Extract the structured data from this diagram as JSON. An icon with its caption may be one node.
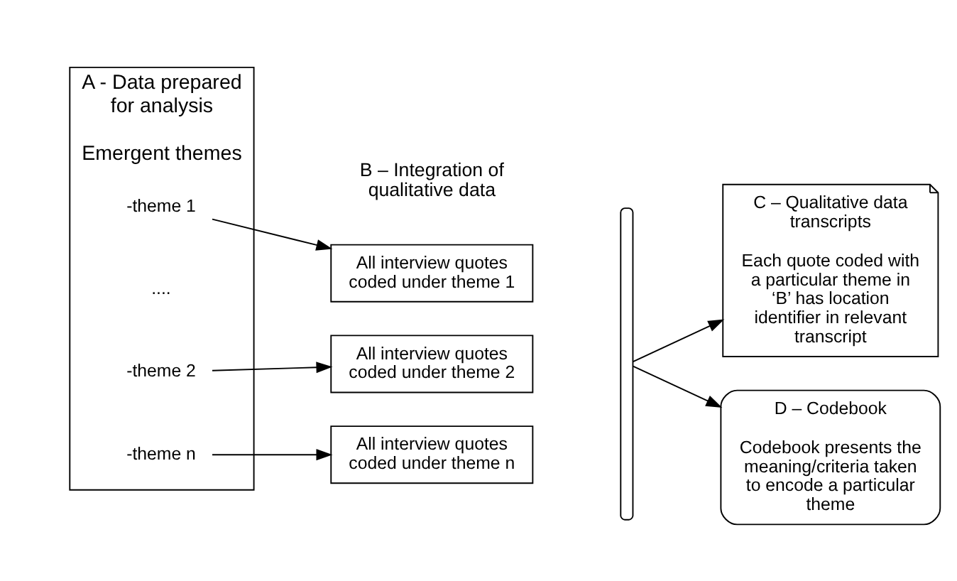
{
  "diagram": {
    "nodes": [
      {
        "text": [
          "A - Data prepared for analysis",
          "Emergent themes"
        ]
      },
      {
        "text": [
          "-theme 1"
        ],
        "in": 0
      },
      {
        "text": [
          "-theme 2"
        ],
        "in": 0
      },
      {
        "text": [
          "-theme n"
        ],
        "in": 0
      },
      {
        "text": [
          "All interview quotes coded under theme 1"
        ]
      },
      {
        "text": [
          "All interview quotes coded under theme 2"
        ]
      },
      {
        "text": [
          "All interview quotes coded under theme n"
        ]
      },
      {
        "text": [],
        "shape": "brace"
      },
      {
        "text": [
          "C – Qualitative data transcripts",
          "Each quote coded with a particular theme in ‘B’ has location identifier in relevant transcript"
        ]
      },
      {
        "text": [
          "D – Codebook",
          "Codebook presents the meaning/criteria taken to encode a particular theme"
        ]
      }
    ],
    "edges": [
      {
        "from": 1,
        "to": 4,
        "arrow": "to"
      },
      {
        "from": 2,
        "to": 5,
        "arrow": "to"
      },
      {
        "from": 3,
        "to": 6,
        "arrow": "to"
      },
      {
        "from": 7,
        "to": 8,
        "arrow": "to"
      },
      {
        "from": 7,
        "to": 9,
        "arrow": "to"
      }
    ],
    "labels": [
      "B – Integration of qualitative data",
      "...."
    ]
  }
}
